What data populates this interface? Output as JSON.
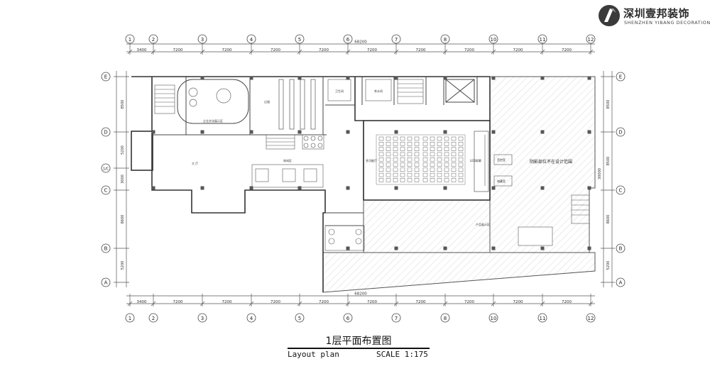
{
  "brand": {
    "name_cn": "深圳壹邦装饰",
    "name_en": "SHENZHEN YIBANG DECORATION",
    "colors": {
      "mark_dark": "#3a3a3a",
      "mark_light": "#9a9a9a"
    }
  },
  "grid": {
    "columns": [
      "1",
      "2",
      "3",
      "4",
      "5",
      "6",
      "7",
      "8",
      "10",
      "11",
      "12"
    ],
    "rows_left": [
      "E",
      "D",
      "1/C",
      "C",
      "B",
      "A"
    ],
    "rows_right": [
      "E",
      "D",
      "C",
      "B",
      "A"
    ],
    "col_spacings": [
      "3400",
      "7200",
      "7200",
      "7200",
      "7200",
      "7200",
      "7200",
      "7200",
      "7200",
      "7200"
    ],
    "total_width": "68200",
    "left_spacings": [
      "8500",
      "5200",
      "3000",
      "8600",
      "5200"
    ],
    "right_spacings": [
      "8500",
      "8500",
      "8600",
      "5200"
    ],
    "right_total": "30000"
  },
  "rooms": {
    "lobby_label": "大 厅",
    "lounge_label": "休闲区",
    "exhibition_label": "企业文化展示区",
    "corridor_label": "过道",
    "auditorium_label": "多功能厅",
    "stage_label": "LED屏幕",
    "control_label": "音控室",
    "storage_label": "储藏室",
    "product_label": "产品展示区",
    "pantry_label": "茶水间",
    "toilet_label": "卫生间",
    "shade_note": "阴影部位不在设计范围"
  },
  "title": {
    "cn": "1层平面布置图",
    "en": "Layout plan",
    "scale": "SCALE 1:175"
  }
}
